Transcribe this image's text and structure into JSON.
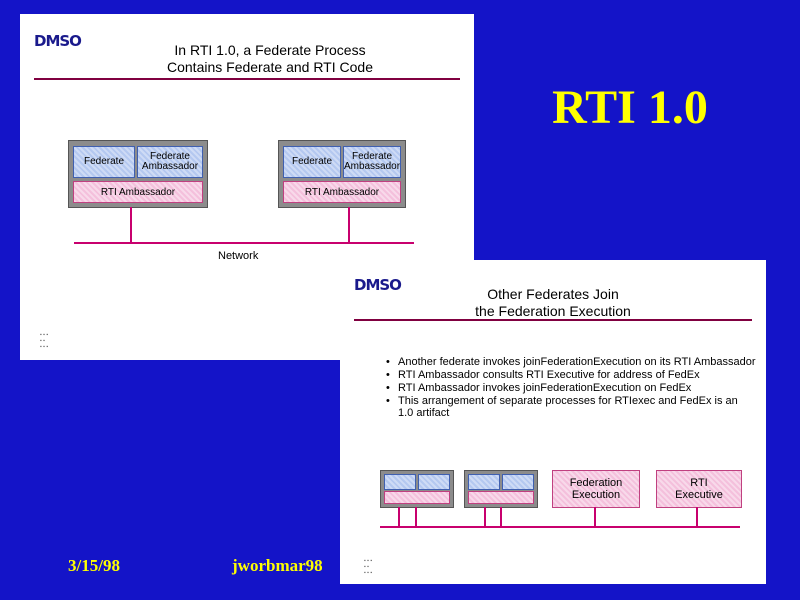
{
  "main_title": "RTI 1.0",
  "footer": {
    "date": "3/15/98",
    "author": "jworbmar98"
  },
  "slide1": {
    "logo": "DMSO",
    "title_line1": "In RTI 1.0, a Federate Process",
    "title_line2": "Contains Federate and RTI Code",
    "federate_label": "Federate",
    "fed_amb_line1": "Federate",
    "fed_amb_line2": "Ambassador",
    "rti_amb_label": "RTI Ambassador",
    "network_label": "Network"
  },
  "slide2": {
    "logo": "DMSO",
    "title_line1": "Other Federates Join",
    "title_line2": "the Federation Execution",
    "bullets": [
      "Another federate invokes joinFederationExecution on its RTI Ambassador",
      "RTI Ambassador consults RTI Executive for address of FedEx",
      "RTI Ambassador invokes joinFederationExecution on FedEx",
      "This arrangement of separate processes for RTIexec and FedEx is an 1.0 artifact"
    ],
    "fedex_line1": "Federation",
    "fedex_line2": "Execution",
    "rtiexec_line1": "RTI",
    "rtiexec_line2": "Executive"
  },
  "colors": {
    "background": "#1414c8",
    "title_yellow": "#ffff00",
    "network": "#c8006e",
    "rule": "#800040"
  }
}
